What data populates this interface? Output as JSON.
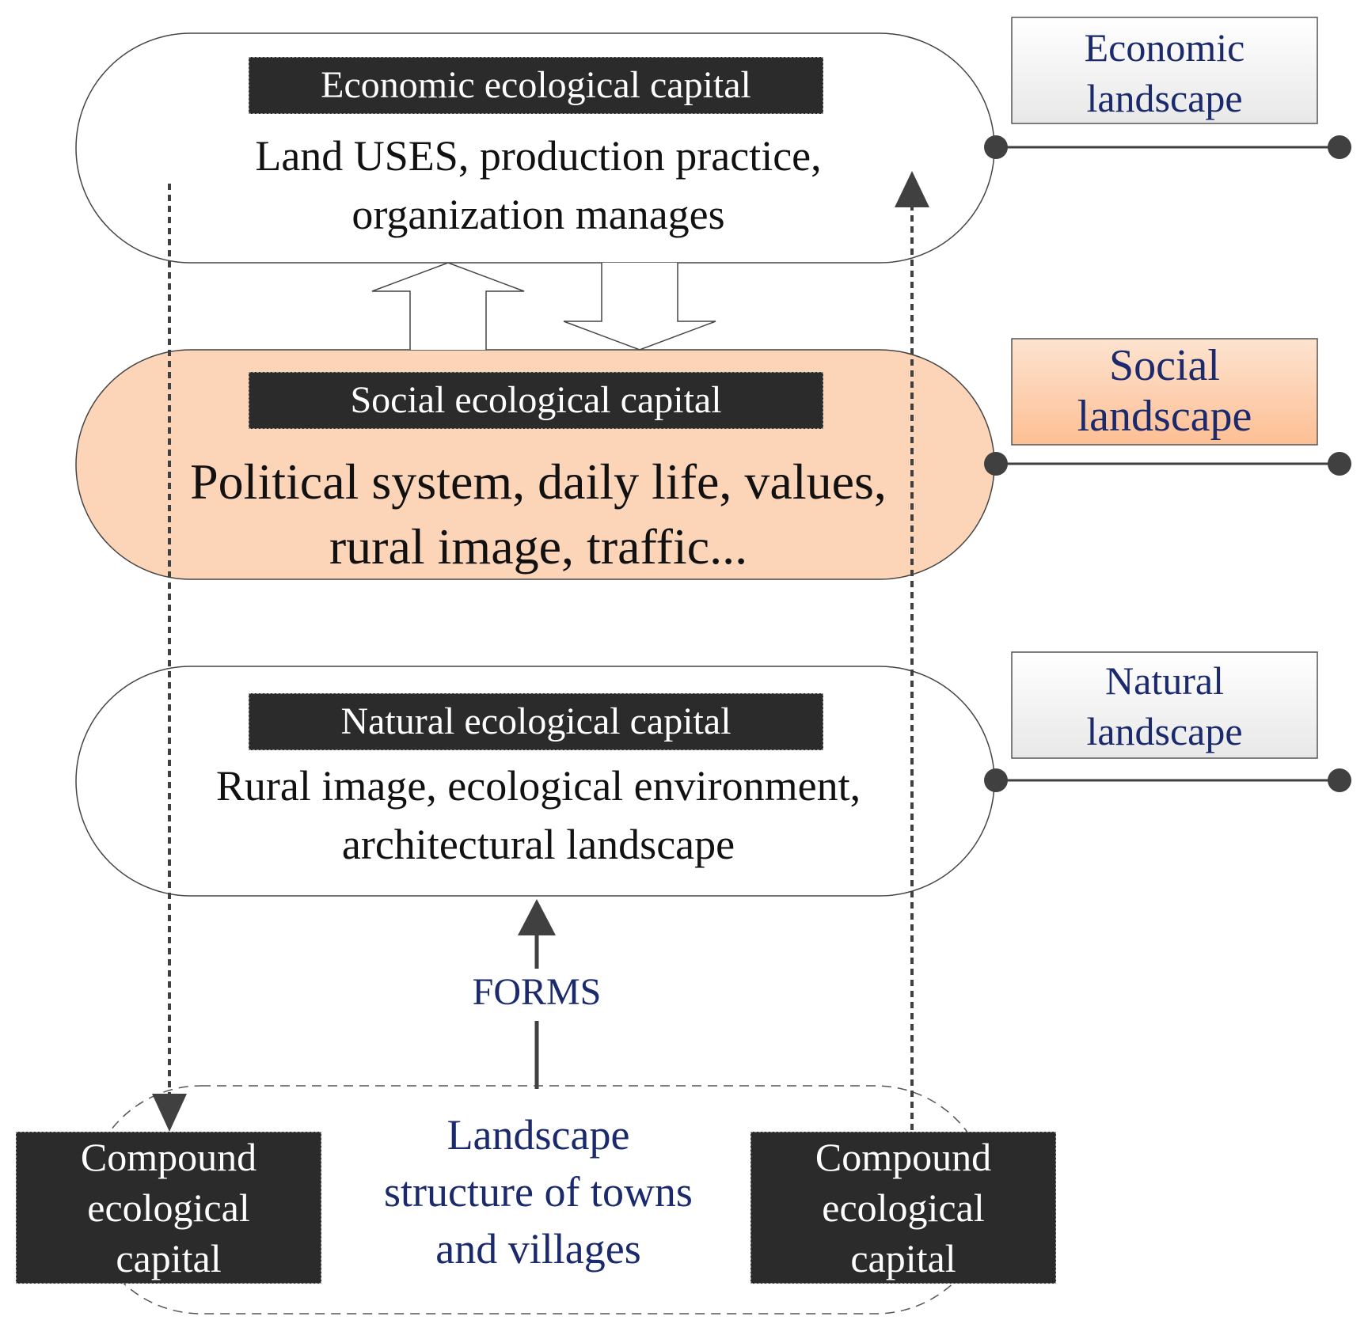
{
  "layers": [
    {
      "id": "economic",
      "header": "Economic ecological capital",
      "body": [
        "Land USES, production practice,",
        "organization manages"
      ],
      "side_label": [
        "Economic",
        "landscape"
      ],
      "fill": "#ffffff"
    },
    {
      "id": "social",
      "header": "Social ecological capital",
      "body": [
        "Political system, daily life, values,",
        "rural image, traffic..."
      ],
      "side_label": [
        "Social",
        "landscape"
      ],
      "fill": "#fcd4b8"
    },
    {
      "id": "natural",
      "header": "Natural ecological capital",
      "body": [
        "Rural image, ecological environment,",
        "architectural landscape"
      ],
      "side_label": [
        "Natural",
        "landscape"
      ],
      "fill": "#ffffff"
    }
  ],
  "forms_label": "FORMS",
  "base": {
    "center": [
      "Landscape",
      "structure of towns",
      "and villages"
    ],
    "left_box": [
      "Compound",
      "ecological",
      "capital"
    ],
    "right_box": [
      "Compound",
      "ecological",
      "capital"
    ]
  },
  "colors": {
    "dark_box": "#2b2b2b",
    "label_blue": "#1a2a6c",
    "social_fill": "#fcd4b8",
    "side_box_light": "#f2f2f2",
    "side_box_orange": "#fdc9a4",
    "connector": "#404040"
  }
}
